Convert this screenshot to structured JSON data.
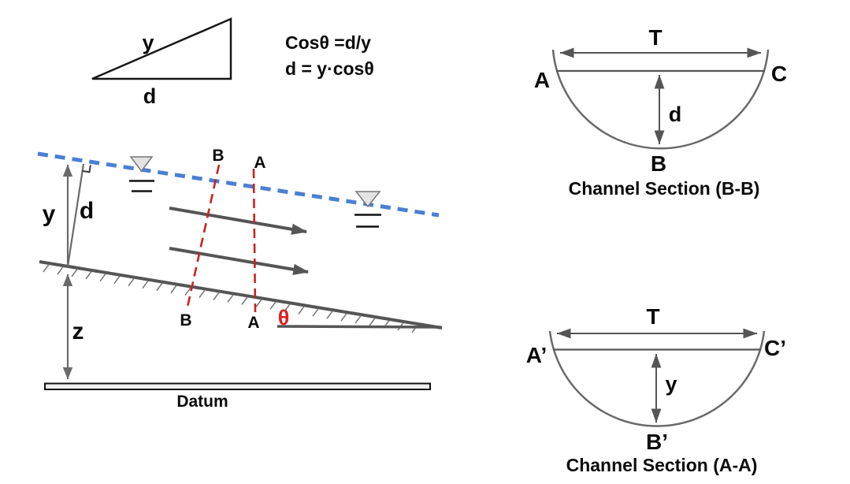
{
  "inset_triangle": {
    "label_y": "y",
    "label_d": "d"
  },
  "formulas": {
    "line1": "Cosθ =d/y",
    "line2": "d = y·cosθ"
  },
  "profile": {
    "label_y": "y",
    "label_d": "d",
    "label_z": "z",
    "label_theta": "θ",
    "label_datum": "Datum",
    "section_b_top": "B",
    "section_b_bottom": "B",
    "section_a_top": "A",
    "section_a_bottom": "A"
  },
  "section_bb": {
    "label_T": "T",
    "label_A": "A",
    "label_C": "C",
    "label_B": "B",
    "label_depth": "d",
    "caption": "Channel Section (B-B)"
  },
  "section_aa": {
    "label_T": "T",
    "label_A": "A’",
    "label_C": "C’",
    "label_B": "B’",
    "label_depth": "y",
    "caption": "Channel Section (A-A)"
  },
  "colors": {
    "water_blue": "#4a7fd4",
    "section_red": "#c9231f",
    "theta_red": "#e01e1e",
    "line_dark": "#555555",
    "line_mid": "#6a6a6a",
    "ink": "#0b0b0b"
  }
}
